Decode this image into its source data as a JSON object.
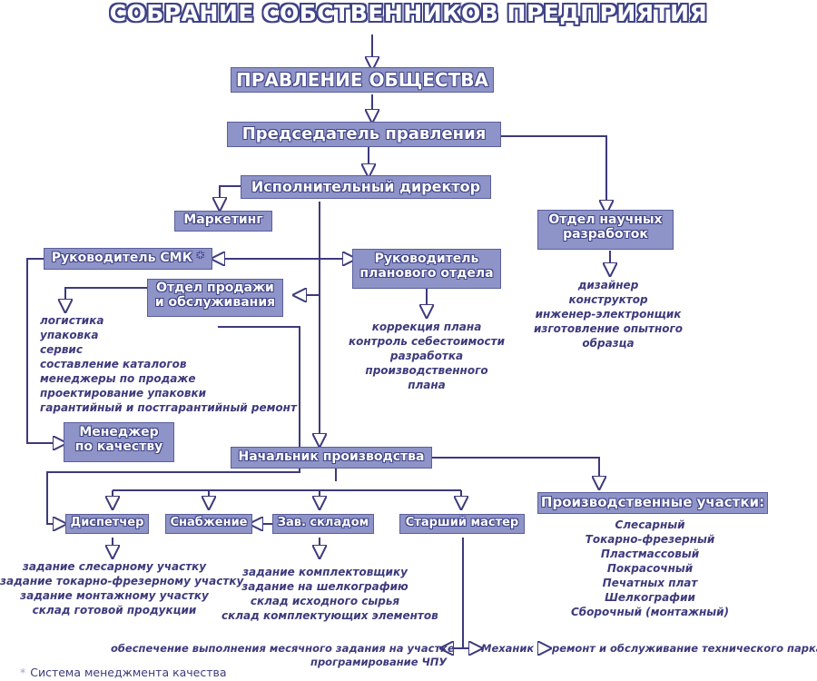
{
  "title": "СОБРАНИЕ СОБСТВЕННИКОВ ПРЕДПРИЯТИЯ",
  "nodes": {
    "board": "ПРАВЛЕНИЕ ОБЩЕСТВА",
    "chairman": "Председатель правления",
    "exec_director": "Исполнительный директор",
    "marketing": "Маркетинг",
    "qms_head": "Руководитель СМК",
    "qms_mark": "*",
    "sales_line1": "Отдел продажи",
    "sales_line2": "и обслуживания",
    "planning_line1": "Руководитель",
    "planning_line2": "планового отдела",
    "rnd_line1": "Отдел научных",
    "rnd_line2": "разработок",
    "quality_mgr_line1": "Менеджер",
    "quality_mgr_line2": "по качеству",
    "production_head": "Начальник производства",
    "dispatcher": "Диспетчер",
    "supply": "Снабжение",
    "warehouse": "Зав. складом",
    "senior_master": "Старший мастер",
    "sites": "Производственные участки:"
  },
  "lists": {
    "sales": [
      "логистика",
      "упаковка",
      "сервис",
      "составление каталогов",
      "менеджеры по продаже",
      "проектирование упаковки",
      "гарантийный и постгарантийный ремонт"
    ],
    "planning": [
      "коррекция плана",
      "контроль себестоимости",
      "разработка",
      "производственного",
      "плана"
    ],
    "rnd": [
      "дизайнер",
      "конструктор",
      "инженер-электронщик",
      "изготовление опытного",
      "образца"
    ],
    "dispatcher": [
      "задание слесарному участку",
      "задание токарно-фрезерному участку",
      "задание монтажному участку",
      "склад готовой продукции"
    ],
    "warehouse": [
      "задание комплектовщику",
      "задание на шелкографию",
      "склад исходного сырья",
      "склад комплектующих элементов"
    ],
    "sites": [
      "Слесарный",
      "Токарно-фрезерный",
      "Пластмассовый",
      "Покрасочный",
      "Печатных плат",
      "Шелкографии",
      "Сборочный (монтажный)"
    ]
  },
  "bottom": {
    "left_line1": "обеспечение выполнения месячного задания на участке",
    "left_line2": "програмирование ЧПУ",
    "mechanic": "Механик",
    "right": "ремонт и обслуживание технического парка"
  },
  "footnote": {
    "mark": "*",
    "text": "Система менеджмента качества"
  },
  "colors": {
    "box_fill": "#8e93c8",
    "box_border": "#5a5f9c",
    "text_outline": "#3f4386",
    "line": "#3d3a7c"
  }
}
